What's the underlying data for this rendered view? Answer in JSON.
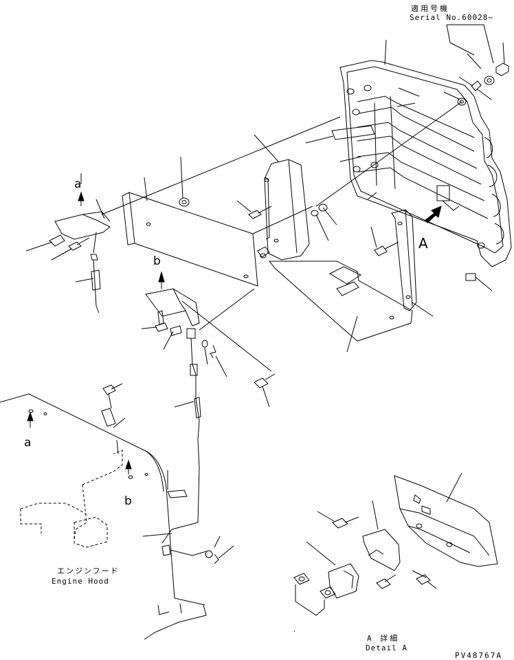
{
  "serial": {
    "applicable_jp": "適用号機",
    "serial_no": "Serial No.60028~"
  },
  "callouts": {
    "view_a": "A",
    "ref_a_top": "a",
    "ref_b_top": "b",
    "ref_a_bottom": "a",
    "ref_b_bottom": "b"
  },
  "engine_hood": {
    "jp": "エンジンフード",
    "en": "Engine Hood"
  },
  "detail": {
    "jp": "A 詳細",
    "en": "Detail A"
  },
  "drawing_number": "PV48767A"
}
